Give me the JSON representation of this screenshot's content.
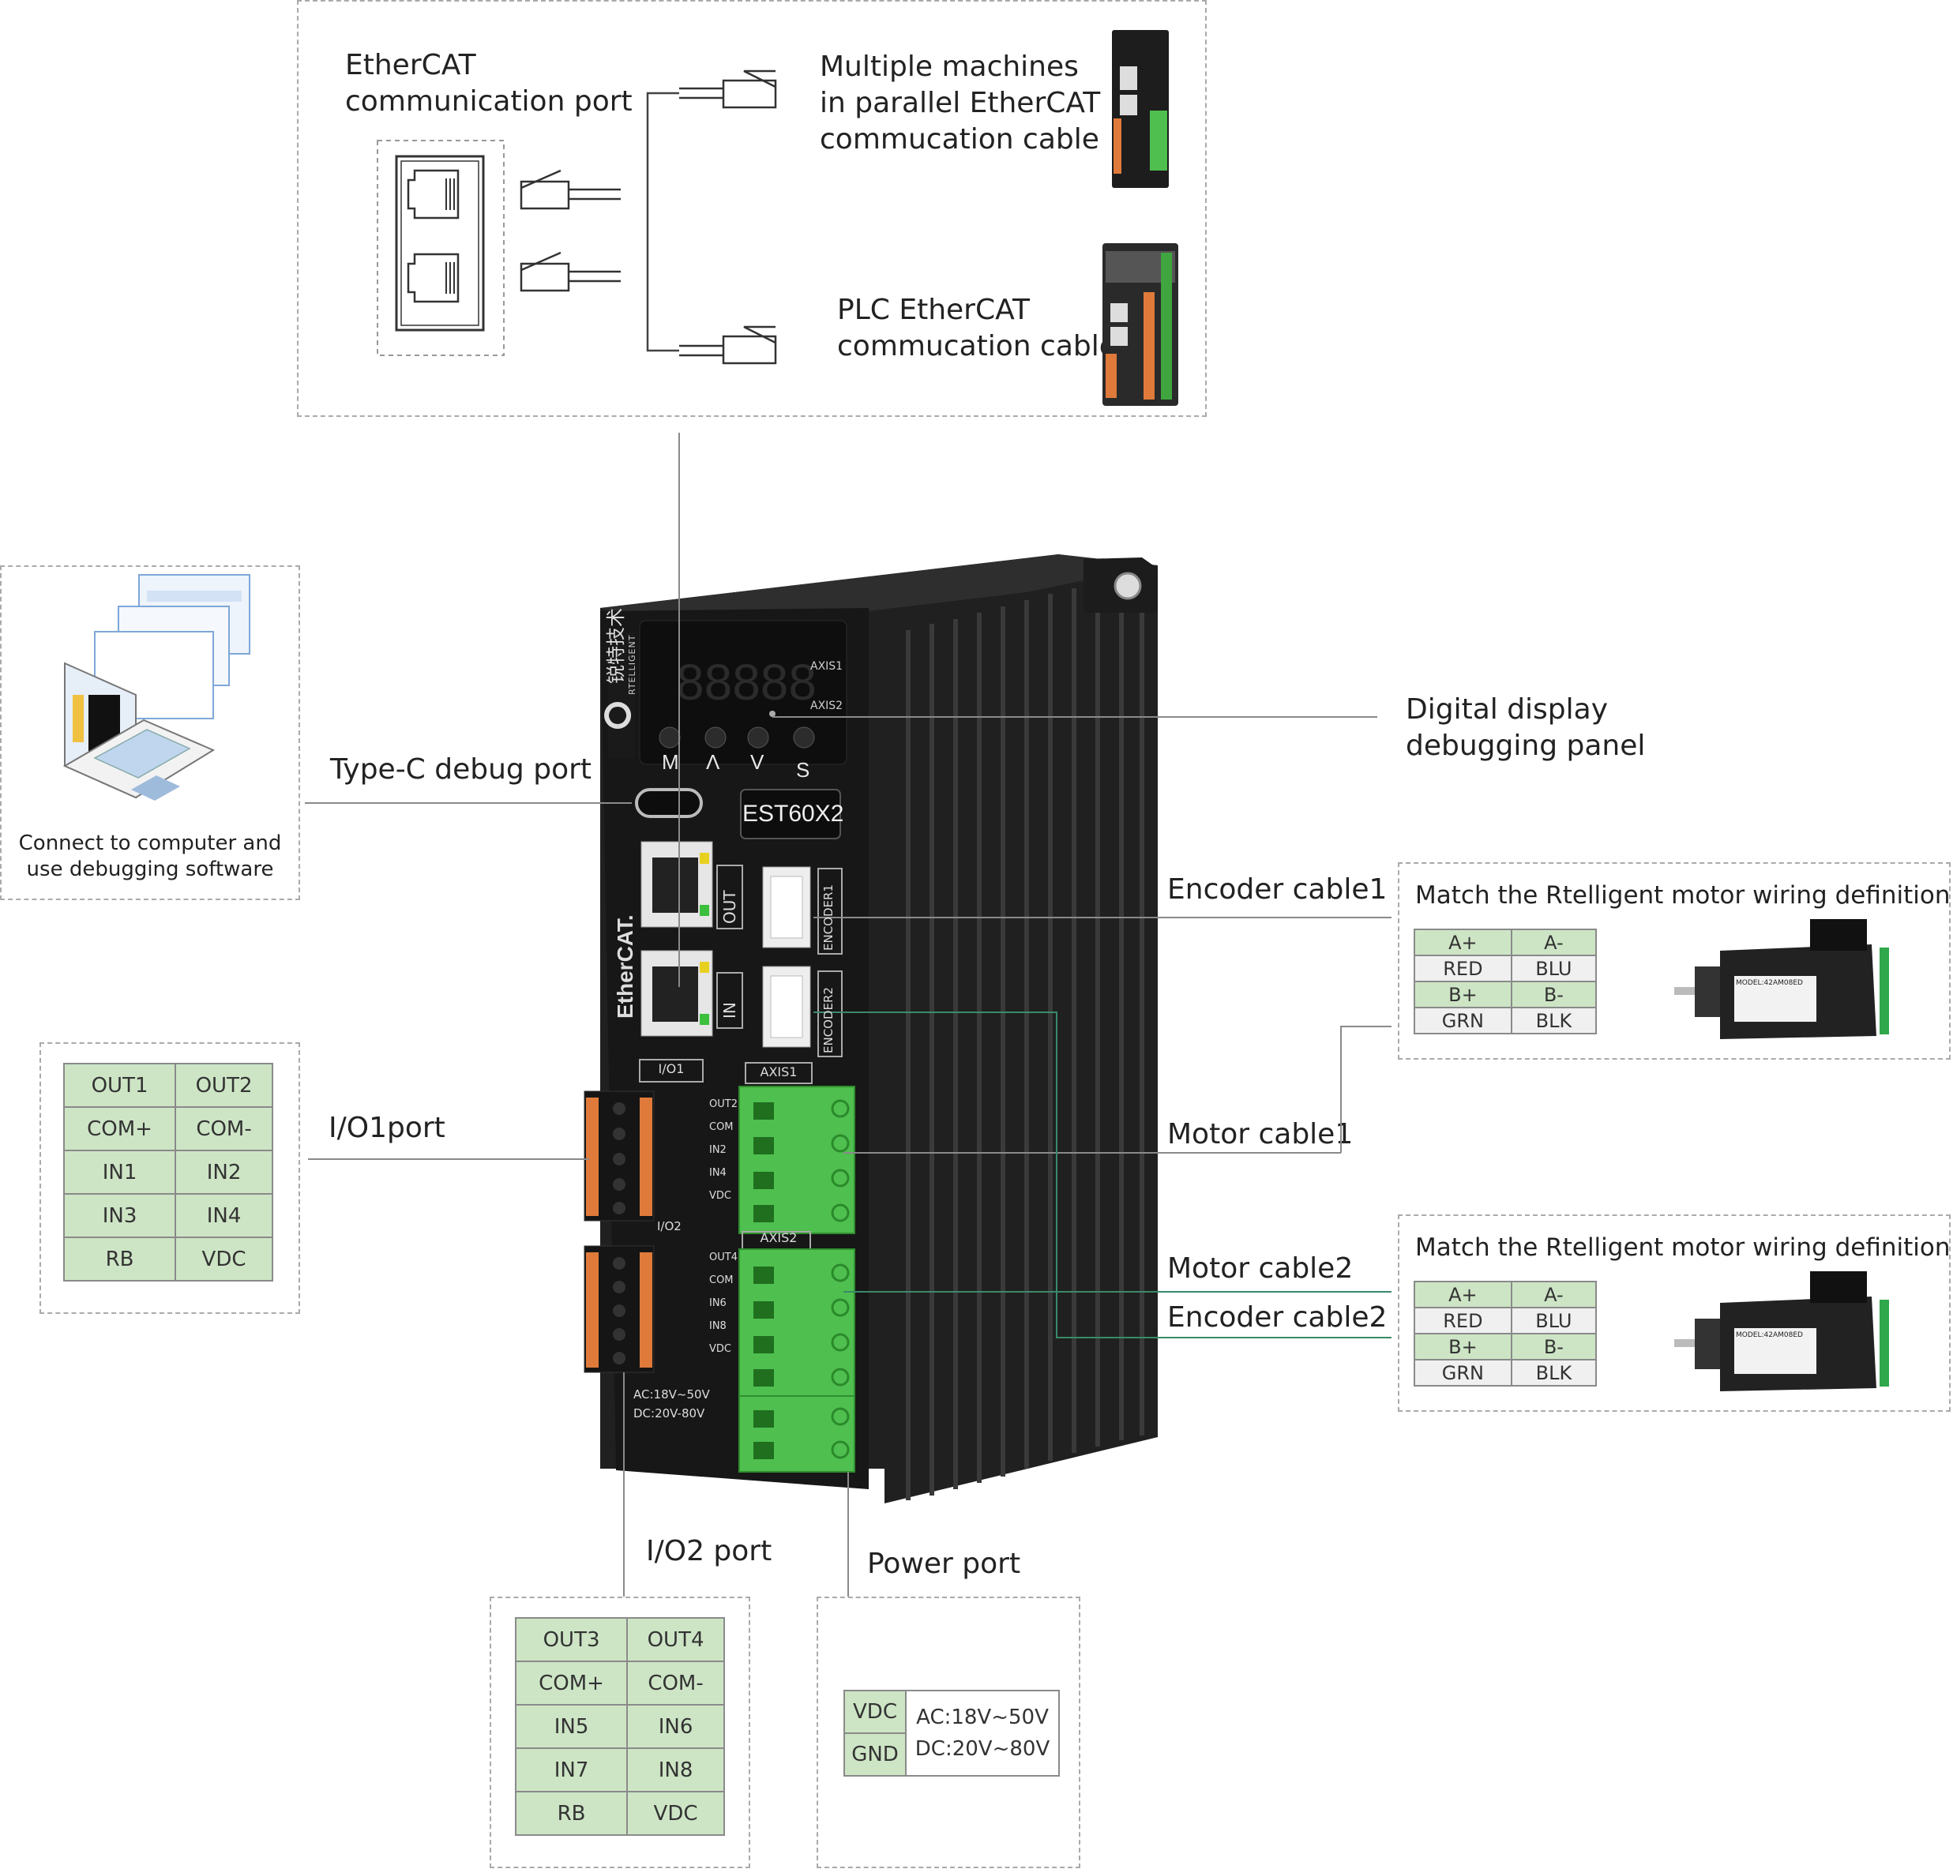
{
  "top_panel": {
    "port_label": [
      "EtherCAT",
      "communication port"
    ],
    "multi_label": [
      "Multiple machines",
      "in parallel EtherCAT",
      "commucation cable"
    ],
    "plc_label": [
      "PLC EtherCAT",
      "commucation cable"
    ]
  },
  "computer_panel": {
    "caption": [
      "Connect to computer and",
      "use debugging software"
    ]
  },
  "callouts": {
    "typec": "Type-C debug port",
    "display": [
      "Digital display",
      "debugging panel"
    ],
    "encoder1": "Encoder cable1",
    "motor1": "Motor cable1",
    "motor2": "Motor cable2",
    "encoder2": "Encoder cable2",
    "io1": "I/O1port",
    "io2": "I/O2 port",
    "power": "Power port"
  },
  "device": {
    "model": "EST60X2",
    "brand_cn": "锐特技术",
    "brand_en": "RTELLIGENT",
    "axis1_led": "AXIS1",
    "axis2_led": "AXIS2",
    "buttons": [
      "M",
      "Λ",
      "V",
      "S"
    ],
    "out_label": "OUT",
    "in_label": "IN",
    "encoder1_label": "ENCODER1",
    "encoder2_label": "ENCODER2",
    "io1_tag": "I/O1",
    "io2_tag": "I/O2",
    "axis1_tag": "AXIS1",
    "axis2_tag": "AXIS2",
    "ethercat_logo": "EtherCAT.",
    "io1_pins": [
      "OUT2",
      "COM",
      "IN2",
      "IN4",
      "VDC"
    ],
    "io2_pins": [
      "OUT4",
      "COM",
      "IN6",
      "IN8",
      "VDC"
    ],
    "power_rating": [
      "AC:18V~50V",
      "DC:20V-80V"
    ]
  },
  "io1_table": [
    [
      "OUT1",
      "OUT2"
    ],
    [
      "COM+",
      "COM-"
    ],
    [
      "IN1",
      "IN2"
    ],
    [
      "IN3",
      "IN4"
    ],
    [
      "RB",
      "VDC"
    ]
  ],
  "io2_table": [
    [
      "OUT3",
      "OUT4"
    ],
    [
      "COM+",
      "COM-"
    ],
    [
      "IN5",
      "IN6"
    ],
    [
      "IN7",
      "IN8"
    ],
    [
      "RB",
      "VDC"
    ]
  ],
  "power_table": {
    "pins": [
      "VDC",
      "GND"
    ],
    "ratings": [
      "AC:18V~50V",
      "DC:20V~80V"
    ]
  },
  "motor_box": {
    "title": "Match the Rtelligent motor wiring definition",
    "wiring": [
      [
        "A+",
        "A-"
      ],
      [
        "RED",
        "BLU"
      ],
      [
        "B+",
        "B-"
      ],
      [
        "GRN",
        "BLK"
      ]
    ],
    "motor_model": "MODEL:42AM08ED"
  },
  "colors": {
    "device_body": "#1b1b1b",
    "terminal_green": "#4fbf4f",
    "terminal_orange": "#e07a3a",
    "table_green": "#cde5c5",
    "leader_gray": "#8a8a8a",
    "leader_teal": "#3a8a6a"
  }
}
